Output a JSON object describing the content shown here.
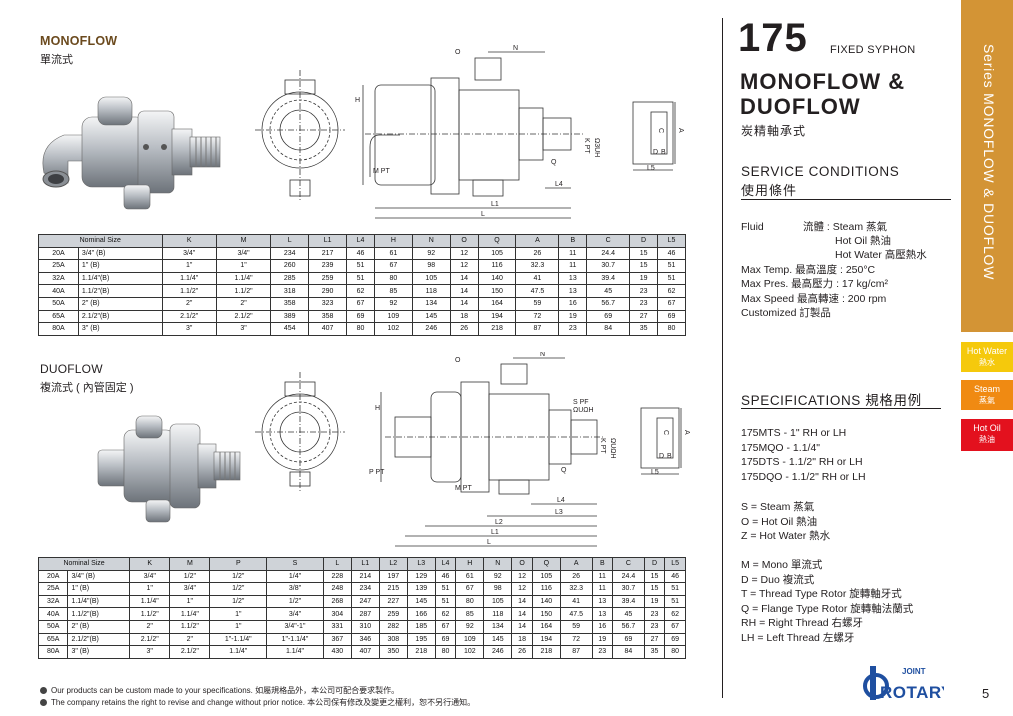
{
  "monoflow": {
    "title": "MONOFLOW",
    "subtitle": "單流式"
  },
  "duoflow": {
    "title": "DUOFLOW",
    "subtitle": "複流式 ( 內管固定 )"
  },
  "mono_drawing_labels": {
    "o": "O",
    "n": "N",
    "h": "H",
    "m": "M PT",
    "k": "K PT",
    "k2": "Ω3UH",
    "q": "Q",
    "c": "C",
    "a": "A",
    "d": "D",
    "b": "B",
    "l5": "L5",
    "l4": "L4",
    "l1": "L1",
    "l": "L"
  },
  "duo_drawing_labels": {
    "o": "O",
    "n": "N",
    "h": "H",
    "p": "P PT",
    "m": "M PT",
    "s": "S PF",
    "s2": "ΩUΩH",
    "k": "K PT",
    "k2": "ΩUΩH",
    "q": "Q",
    "c": "C",
    "a": "A",
    "d": "D",
    "b": "B",
    "l5": "L5",
    "l4": "L4",
    "l3": "L3",
    "l2": "L2",
    "l1": "L1",
    "l": "L"
  },
  "mono_table": {
    "headers": [
      "Nominal Size",
      "K",
      "M",
      "L",
      "L1",
      "L4",
      "H",
      "N",
      "O",
      "Q",
      "A",
      "B",
      "C",
      "D",
      "L5"
    ],
    "rows": [
      [
        "20A",
        "3/4\"   (B)",
        "3/4\"",
        "3/4\"",
        "234",
        "217",
        "46",
        "61",
        "92",
        "12",
        "105",
        "26",
        "11",
        "24.4",
        "15",
        "46"
      ],
      [
        "25A",
        "1\"     (B)",
        "1\"",
        "1\"",
        "260",
        "239",
        "51",
        "67",
        "98",
        "12",
        "116",
        "32.3",
        "11",
        "30.7",
        "15",
        "51"
      ],
      [
        "32A",
        "1.1/4\"(B)",
        "1.1/4\"",
        "1.1/4\"",
        "285",
        "259",
        "51",
        "80",
        "105",
        "14",
        "140",
        "41",
        "13",
        "39.4",
        "19",
        "51"
      ],
      [
        "40A",
        "1.1/2\"(B)",
        "1.1/2\"",
        "1.1/2\"",
        "318",
        "290",
        "62",
        "85",
        "118",
        "14",
        "150",
        "47.5",
        "13",
        "45",
        "23",
        "62"
      ],
      [
        "50A",
        "2\"     (B)",
        "2\"",
        "2\"",
        "358",
        "323",
        "67",
        "92",
        "134",
        "14",
        "164",
        "59",
        "16",
        "56.7",
        "23",
        "67"
      ],
      [
        "65A",
        "2.1/2\"(B)",
        "2.1/2\"",
        "2.1/2\"",
        "389",
        "358",
        "69",
        "109",
        "145",
        "18",
        "194",
        "72",
        "19",
        "69",
        "27",
        "69"
      ],
      [
        "80A",
        "3\"     (B)",
        "3\"",
        "3\"",
        "454",
        "407",
        "80",
        "102",
        "246",
        "26",
        "218",
        "87",
        "23",
        "84",
        "35",
        "80"
      ]
    ]
  },
  "duo_table": {
    "headers": [
      "Nominal Size",
      "K",
      "M",
      "P",
      "S",
      "L",
      "L1",
      "L2",
      "L3",
      "L4",
      "H",
      "N",
      "O",
      "Q",
      "A",
      "B",
      "C",
      "D",
      "L5"
    ],
    "rows": [
      [
        "20A",
        "3/4\"   (B)",
        "3/4\"",
        "1/2\"",
        "1/2\"",
        "1/4\"",
        "228",
        "214",
        "197",
        "129",
        "46",
        "61",
        "92",
        "12",
        "105",
        "26",
        "11",
        "24.4",
        "15",
        "46"
      ],
      [
        "25A",
        "1\"     (B)",
        "1\"",
        "3/4\"",
        "1/2\"",
        "3/8\"",
        "248",
        "234",
        "215",
        "139",
        "51",
        "67",
        "98",
        "12",
        "116",
        "32.3",
        "11",
        "30.7",
        "15",
        "51"
      ],
      [
        "32A",
        "1.1/4\"(B)",
        "1.1/4\"",
        "1\"",
        "1/2\"",
        "1/2\"",
        "268",
        "247",
        "227",
        "145",
        "51",
        "80",
        "105",
        "14",
        "140",
        "41",
        "13",
        "39.4",
        "19",
        "51"
      ],
      [
        "40A",
        "1.1/2\"(B)",
        "1.1/2\"",
        "1.1/4\"",
        "1\"",
        "3/4\"",
        "304",
        "287",
        "259",
        "166",
        "62",
        "85",
        "118",
        "14",
        "150",
        "47.5",
        "13",
        "45",
        "23",
        "62"
      ],
      [
        "50A",
        "2\"     (B)",
        "2\"",
        "1.1/2\"",
        "1\"",
        "3/4\"-1\"",
        "331",
        "310",
        "282",
        "185",
        "67",
        "92",
        "134",
        "14",
        "164",
        "59",
        "16",
        "56.7",
        "23",
        "67"
      ],
      [
        "65A",
        "2.1/2\"(B)",
        "2.1/2\"",
        "2\"",
        "1\"-1.1/4\"",
        "1\"-1.1/4\"",
        "367",
        "346",
        "308",
        "195",
        "69",
        "109",
        "145",
        "18",
        "194",
        "72",
        "19",
        "69",
        "27",
        "69"
      ],
      [
        "80A",
        "3\"     (B)",
        "3\"",
        "2.1/2\"",
        "1.1/4\"",
        "1.1/4\"",
        "430",
        "407",
        "350",
        "218",
        "80",
        "102",
        "246",
        "26",
        "218",
        "87",
        "23",
        "84",
        "35",
        "80"
      ]
    ]
  },
  "header": {
    "number": "175",
    "fixed": "FIXED SYPHON",
    "title_line1": "MONOFLOW &",
    "title_line2": "DUOFLOW",
    "title_cn": "炭精軸承式"
  },
  "service": {
    "heading": "SERVICE CONDITIONS",
    "heading_cn": "使用條件",
    "fluid_label": "Fluid",
    "fluid_lines": [
      "流體 : Steam 蒸氣",
      "Hot Oil 熱油",
      "Hot Water 高壓熱水"
    ],
    "temp": "Max Temp.  最高溫度 : 250°C",
    "pres": "Max Pres.  最高壓力 : 17 kg/cm²",
    "speed": "Max Speed  最高轉速 : 200 rpm",
    "custom": "Customized 訂製品"
  },
  "specifications": {
    "heading": "SPECIFICATIONS  規格用例",
    "examples": [
      "175MTS  - 1\"        RH or LH",
      "175MQO - 1.1/4\"",
      "175DTS   - 1.1/2\" RH or LH",
      "175DQO - 1.1/2\" RH or LH"
    ],
    "media": [
      "S =  Steam 蒸氣",
      "O =  Hot Oil 熱油",
      "Z =  Hot Water 熱水"
    ],
    "codes": [
      "M =  Mono 單流式",
      "D =  Duo    複流式",
      "T =  Thread Type Rotor 旋轉軸牙式",
      "Q =  Flange Type Rotor 旋轉軸法蘭式",
      "RH = Right  Thread  右螺牙",
      "LH = Left    Thread  左螺牙"
    ]
  },
  "sidebar": {
    "vertical": "Series  MONOFLOW & DUOFLOW",
    "tags": [
      {
        "en": "Hot Water",
        "cn": "熱水"
      },
      {
        "en": "Steam",
        "cn": "蒸氣"
      },
      {
        "en": "Hot Oil",
        "cn": "熱油"
      }
    ]
  },
  "colors": {
    "brand_gold": "#d39435",
    "tag_water": "#f5c90c",
    "tag_steam": "#f08a12",
    "tag_oil": "#e3111e",
    "table_head": "#cfd3d8",
    "logo_blue": "#1f4fa0"
  },
  "footer": {
    "note1": "Our products can be custom made to your specifications. 如屬規格品外，本公司可配合要求製作。",
    "note2": "The company retains the right to revise and change without prior notice. 本公司保有修改及變更之權利，恕不另行通知。",
    "logo_top": "JOINT",
    "logo_main": "ROTARY",
    "page": "5"
  }
}
